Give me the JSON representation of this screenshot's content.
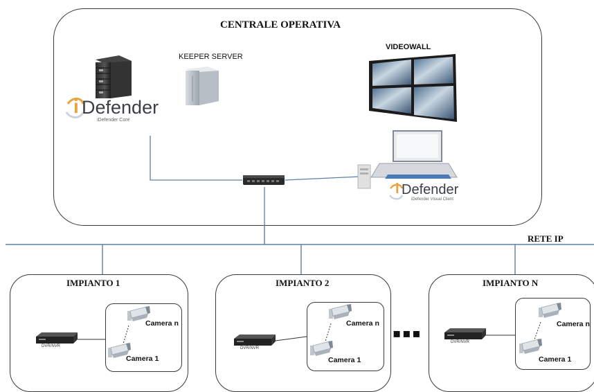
{
  "central": {
    "title": "CENTRALE OPERATIVA",
    "keeper_label": "KEEPER SERVER",
    "videowall_label": "VIDEOWALL",
    "logo_left": {
      "prefix": "i",
      "word": "Defender",
      "subtitle": "iDefender Core"
    },
    "logo_right": {
      "prefix": "i",
      "word": "Defender",
      "subtitle": "iDefender Visual Client"
    }
  },
  "network": {
    "label": "RETE IP"
  },
  "sites": [
    {
      "title": "IMPIANTO 1",
      "dvr_label": "DVR/NVR",
      "camera_top": "Camera n",
      "camera_bottom": "Camera 1"
    },
    {
      "title": "IMPIANTO 2",
      "dvr_label": "DVR/NVR",
      "camera_top": "Camera n",
      "camera_bottom": "Camera 1"
    },
    {
      "title": "IMPIANTO N",
      "dvr_label": "DVR/NVR",
      "camera_top": "Camera n",
      "camera_bottom": "Camera 1"
    }
  ],
  "ellipsis": "▪▪▪",
  "colors": {
    "line": "#5b7fa6",
    "border": "#3a3a3a",
    "logo_orange": "#e8a33a",
    "logo_text": "#3a3f47"
  }
}
